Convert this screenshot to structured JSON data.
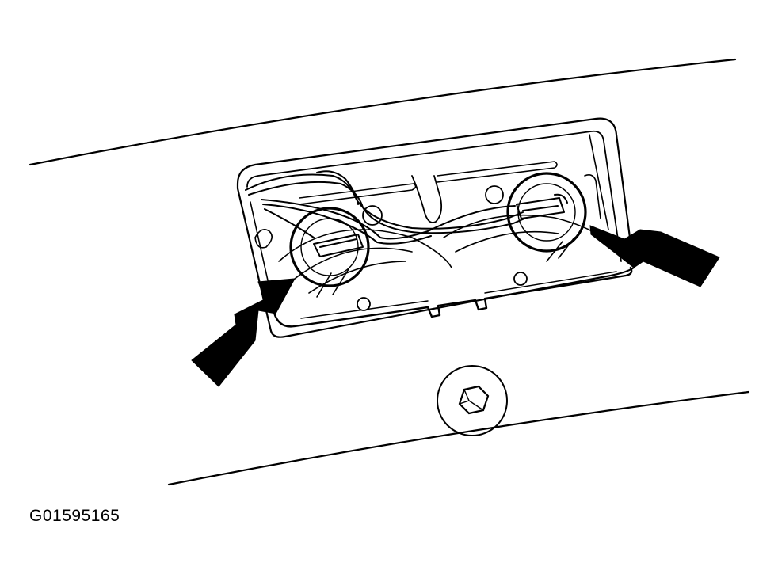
{
  "figure": {
    "id_label": "G01595165",
    "line_color": "#000000",
    "background_color": "#ffffff",
    "callouts": [
      {
        "name": "left-bulb-arrow",
        "points_to": "left-bulb-socket"
      },
      {
        "name": "right-bulb-arrow",
        "points_to": "right-bulb-socket"
      }
    ]
  }
}
